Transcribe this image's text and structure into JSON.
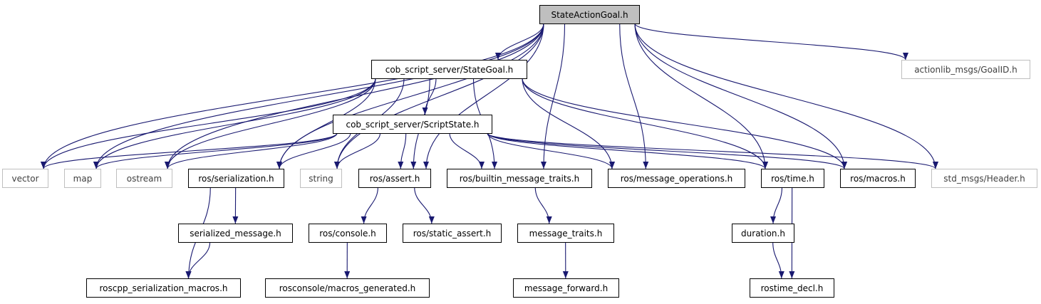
{
  "diagram": {
    "colors": {
      "edge": "#191970",
      "root_fill": "#bfbfbf",
      "node_border": "#000000",
      "external_border": "#bfbfbf",
      "background": "#ffffff"
    },
    "nodes": [
      {
        "id": "root",
        "label": "StateActionGoal.h",
        "kind": "root"
      },
      {
        "id": "goalid",
        "label": "actionlib_msgs/GoalID.h",
        "kind": "external"
      },
      {
        "id": "stategoal",
        "label": "cob_script_server/StateGoal.h",
        "kind": "internal"
      },
      {
        "id": "scriptstate",
        "label": "cob_script_server/ScriptState.h",
        "kind": "internal"
      },
      {
        "id": "vector",
        "label": "vector",
        "kind": "external"
      },
      {
        "id": "map",
        "label": "map",
        "kind": "external"
      },
      {
        "id": "ostream",
        "label": "ostream",
        "kind": "external"
      },
      {
        "id": "serialization",
        "label": "ros/serialization.h",
        "kind": "internal"
      },
      {
        "id": "string",
        "label": "string",
        "kind": "external"
      },
      {
        "id": "assert",
        "label": "ros/assert.h",
        "kind": "internal"
      },
      {
        "id": "bmt",
        "label": "ros/builtin_message_traits.h",
        "kind": "internal"
      },
      {
        "id": "msgops",
        "label": "ros/message_operations.h",
        "kind": "internal"
      },
      {
        "id": "time",
        "label": "ros/time.h",
        "kind": "internal"
      },
      {
        "id": "macros",
        "label": "ros/macros.h",
        "kind": "internal"
      },
      {
        "id": "header",
        "label": "std_msgs/Header.h",
        "kind": "external"
      },
      {
        "id": "sermsg",
        "label": "serialized_message.h",
        "kind": "internal"
      },
      {
        "id": "console",
        "label": "ros/console.h",
        "kind": "internal"
      },
      {
        "id": "static_assert",
        "label": "ros/static_assert.h",
        "kind": "internal"
      },
      {
        "id": "msgtraits",
        "label": "message_traits.h",
        "kind": "internal"
      },
      {
        "id": "duration",
        "label": "duration.h",
        "kind": "internal"
      },
      {
        "id": "roscpp_macros",
        "label": "roscpp_serialization_macros.h",
        "kind": "internal"
      },
      {
        "id": "macros_gen",
        "label": "rosconsole/macros_generated.h",
        "kind": "internal"
      },
      {
        "id": "msgfwd",
        "label": "message_forward.h",
        "kind": "internal"
      },
      {
        "id": "rostime_decl",
        "label": "rostime_decl.h",
        "kind": "internal"
      }
    ],
    "edges": [
      [
        "root",
        "goalid"
      ],
      [
        "root",
        "stategoal"
      ],
      [
        "root",
        "vector"
      ],
      [
        "root",
        "map"
      ],
      [
        "root",
        "ostream"
      ],
      [
        "root",
        "serialization"
      ],
      [
        "root",
        "string"
      ],
      [
        "root",
        "assert"
      ],
      [
        "root",
        "bmt"
      ],
      [
        "root",
        "msgops"
      ],
      [
        "root",
        "time"
      ],
      [
        "root",
        "macros"
      ],
      [
        "root",
        "header"
      ],
      [
        "stategoal",
        "scriptstate"
      ],
      [
        "stategoal",
        "vector"
      ],
      [
        "stategoal",
        "map"
      ],
      [
        "stategoal",
        "ostream"
      ],
      [
        "stategoal",
        "serialization"
      ],
      [
        "stategoal",
        "string"
      ],
      [
        "stategoal",
        "assert"
      ],
      [
        "stategoal",
        "bmt"
      ],
      [
        "stategoal",
        "msgops"
      ],
      [
        "stategoal",
        "time"
      ],
      [
        "stategoal",
        "macros"
      ],
      [
        "scriptstate",
        "vector"
      ],
      [
        "scriptstate",
        "map"
      ],
      [
        "scriptstate",
        "ostream"
      ],
      [
        "scriptstate",
        "serialization"
      ],
      [
        "scriptstate",
        "string"
      ],
      [
        "scriptstate",
        "assert"
      ],
      [
        "scriptstate",
        "bmt"
      ],
      [
        "scriptstate",
        "msgops"
      ],
      [
        "scriptstate",
        "time"
      ],
      [
        "scriptstate",
        "macros"
      ],
      [
        "scriptstate",
        "header"
      ],
      [
        "serialization",
        "sermsg"
      ],
      [
        "serialization",
        "roscpp_macros"
      ],
      [
        "sermsg",
        "roscpp_macros"
      ],
      [
        "assert",
        "console"
      ],
      [
        "assert",
        "static_assert"
      ],
      [
        "console",
        "macros_gen"
      ],
      [
        "bmt",
        "msgtraits"
      ],
      [
        "msgtraits",
        "msgfwd"
      ],
      [
        "time",
        "duration"
      ],
      [
        "time",
        "rostime_decl"
      ],
      [
        "duration",
        "rostime_decl"
      ]
    ]
  }
}
